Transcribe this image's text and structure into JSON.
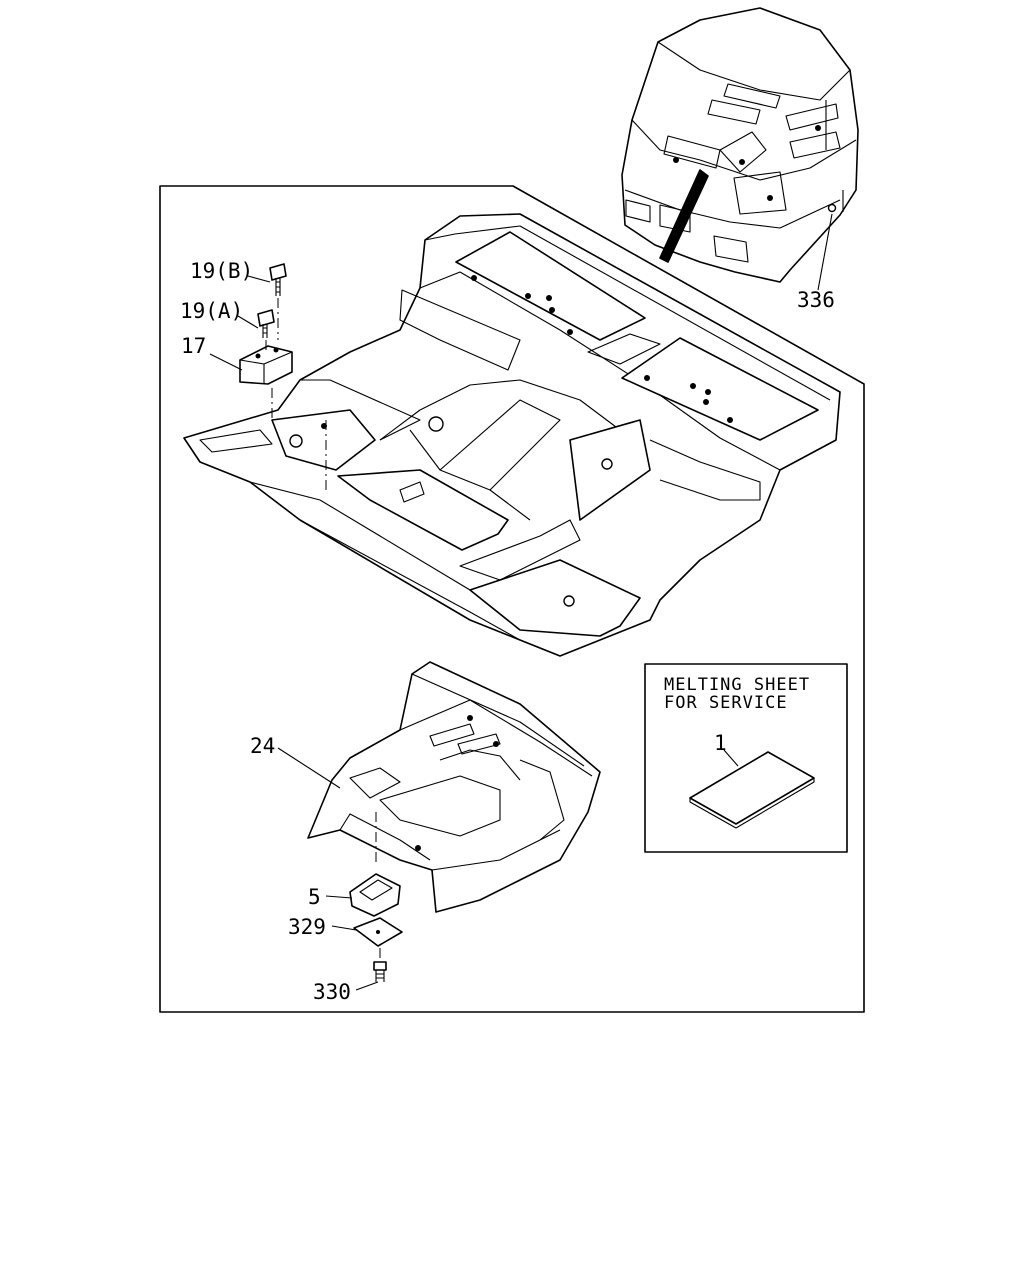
{
  "callouts": {
    "part_19b": "19(B)",
    "part_19a": "19(A)",
    "part_17": "17",
    "part_336": "336",
    "part_24": "24",
    "part_5": "5",
    "part_329": "329",
    "part_330": "330",
    "part_1": "1"
  },
  "inset": {
    "line1": "MELTING SHEET",
    "line2": "FOR SERVICE"
  }
}
